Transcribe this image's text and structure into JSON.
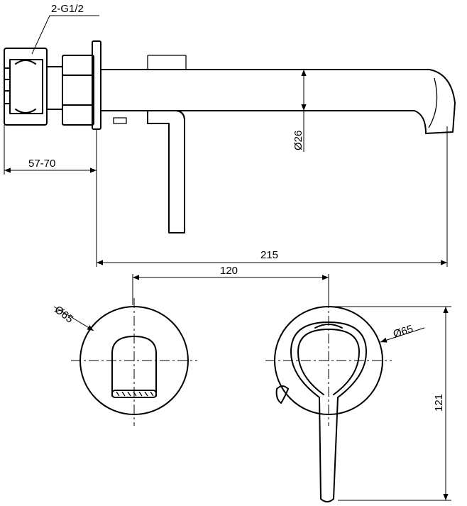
{
  "labels": {
    "thread": "2-G1/2",
    "depth": "57-70",
    "pipe_diameter": "Ø26",
    "total_length": "215",
    "spacing": "120",
    "plate_left": "Ø65",
    "plate_right": "Ø65",
    "height": "121"
  },
  "colors": {
    "line": "#000000",
    "background": "#ffffff"
  }
}
